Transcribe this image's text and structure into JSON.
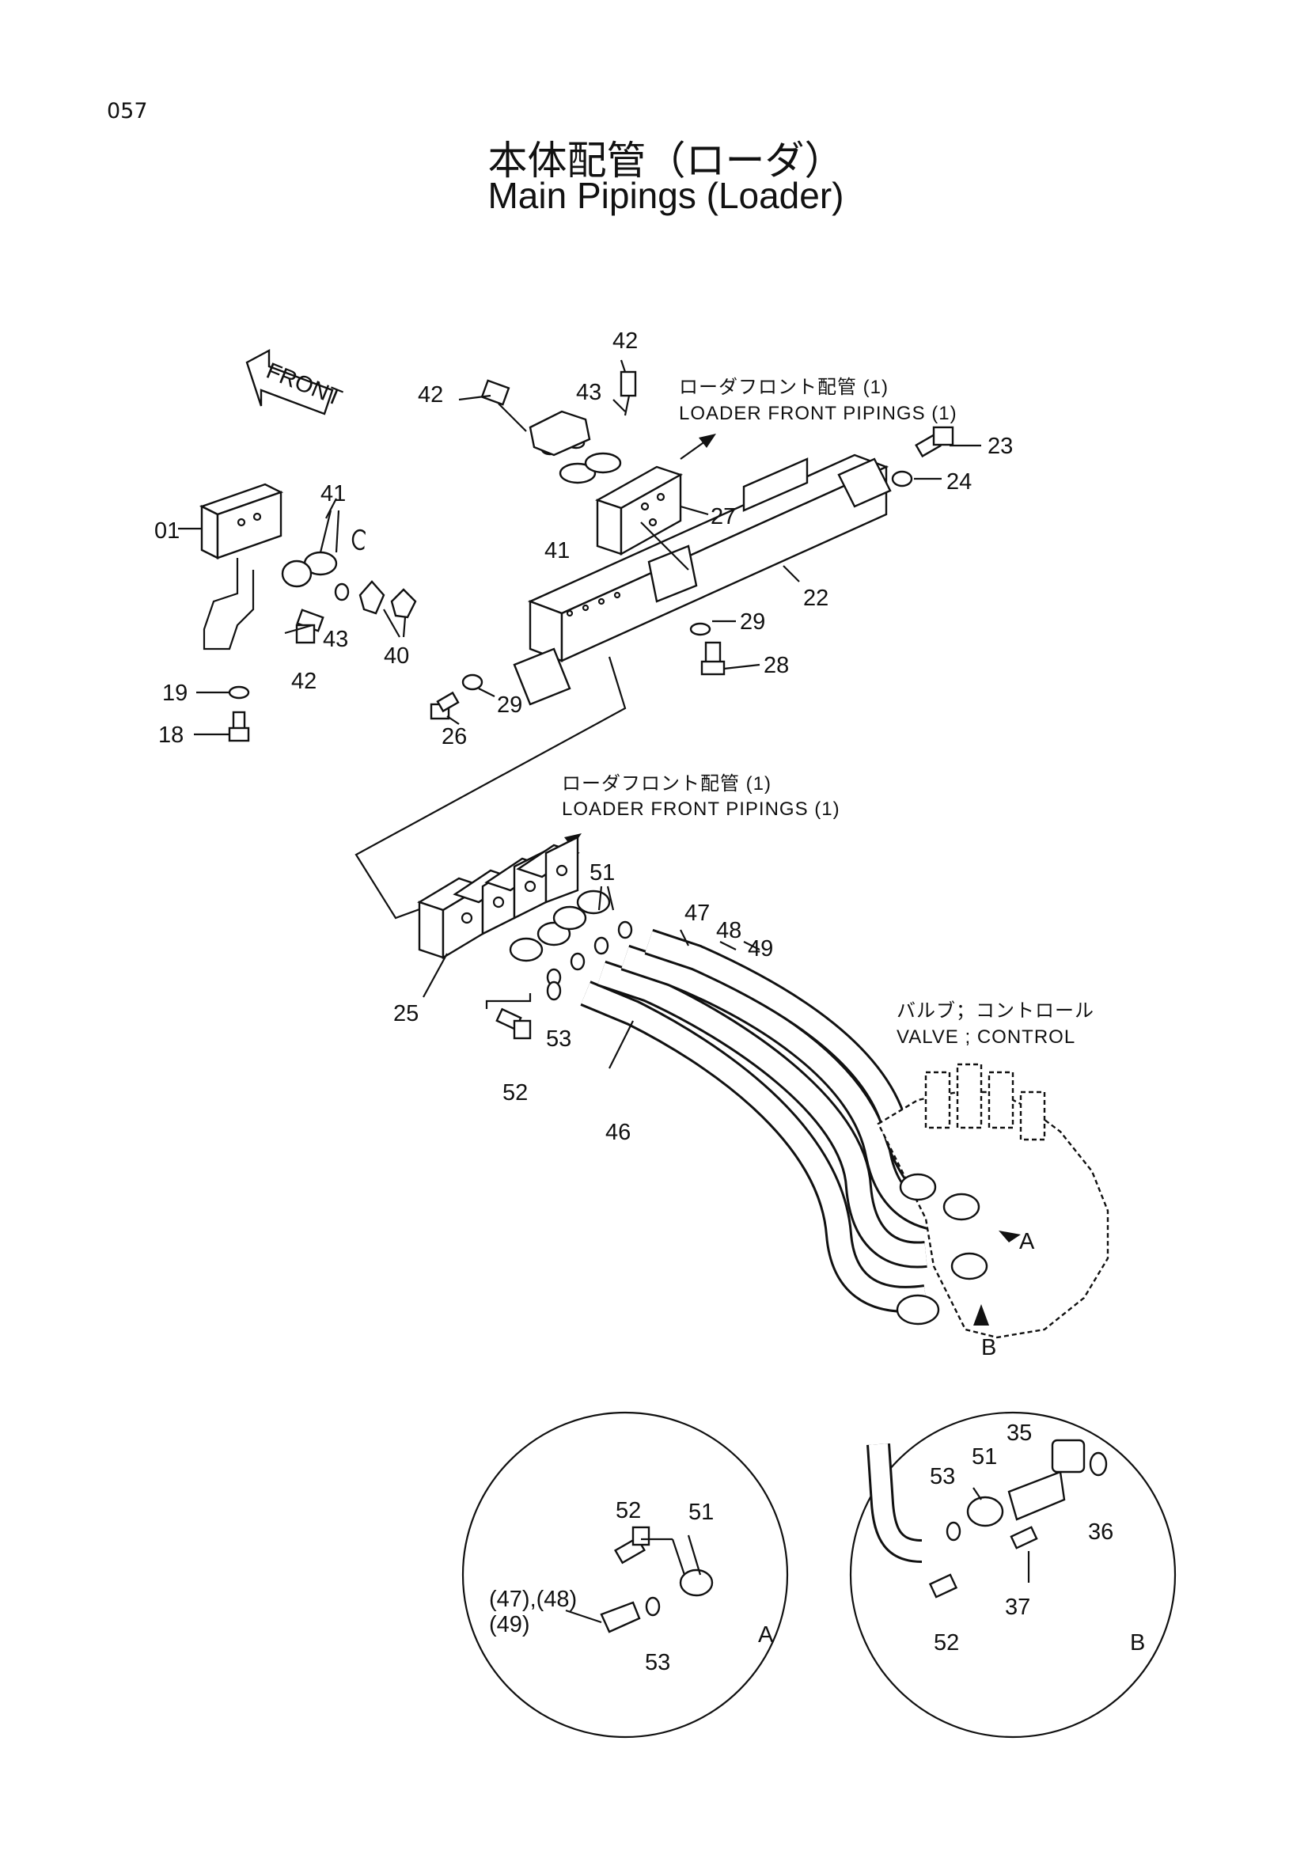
{
  "page_number": "057",
  "title_jp": "本体配管（ローダ）",
  "title_en": "Main Pipings (Loader)",
  "front_label": "FRONT",
  "notes": {
    "front_pipings_top_jp": "ローダフロント配管 (1)",
    "front_pipings_top_en": "LOADER FRONT PIPINGS (1)",
    "front_pipings_mid_jp": "ローダフロント配管 (1)",
    "front_pipings_mid_en": "LOADER FRONT PIPINGS (1)",
    "valve_jp": "バルブ；コントロール",
    "valve_en": "VALVE ; CONTROL"
  },
  "callouts": {
    "c01": "01",
    "c18": "18",
    "c19": "19",
    "c22": "22",
    "c23": "23",
    "c24": "24",
    "c25": "25",
    "c26": "26",
    "c27": "27",
    "c28": "28",
    "c29a": "29",
    "c29b": "29",
    "c40": "40",
    "c41a": "41",
    "c41b": "41",
    "c42a": "42",
    "c42b": "42",
    "c42c": "42",
    "c43a": "43",
    "c43b": "43",
    "c46": "46",
    "c47": "47",
    "c48": "48",
    "c49": "49",
    "c51": "51",
    "c52": "52",
    "c53": "53",
    "markA": "A",
    "markB": "B"
  },
  "detail_a": {
    "c52": "52",
    "c51": "51",
    "c53": "53",
    "ref_line1": "(47),(48)",
    "ref_line2": "(49)",
    "letter": "A"
  },
  "detail_b": {
    "c35": "35",
    "c36": "36",
    "c37": "37",
    "c51": "51",
    "c52": "52",
    "c53": "53",
    "letter": "B"
  }
}
